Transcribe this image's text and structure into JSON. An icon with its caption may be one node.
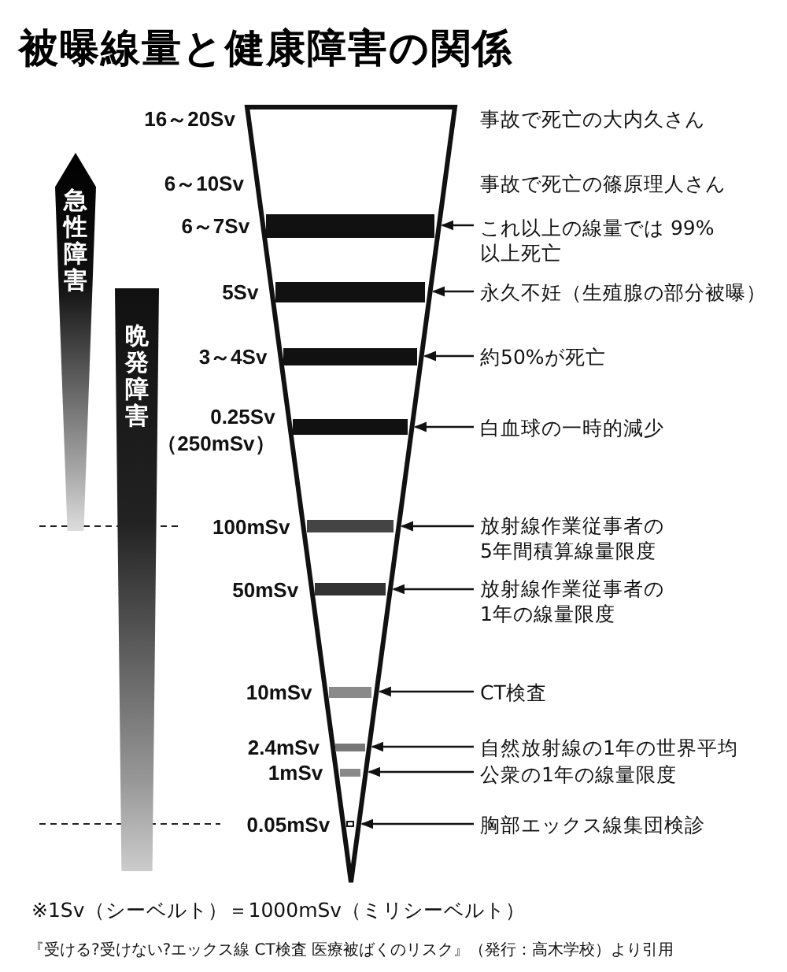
{
  "diagram": {
    "title": "被曝線量と健康障害の関係",
    "caption": "『受ける?受けない?エックス線 CT検査 医療被ばくのリスク』（発行：高木学校）より引用",
    "nodes": [
      {
        "text": [],
        "shape": "triangle"
      },
      {
        "text": [],
        "shape": "bar",
        "in": 0
      },
      {
        "text": [],
        "shape": "bar",
        "in": 0
      },
      {
        "text": [],
        "shape": "bar",
        "in": 0
      },
      {
        "text": [],
        "shape": "bar",
        "in": 0
      },
      {
        "text": [],
        "shape": "bar",
        "in": 0
      },
      {
        "text": [],
        "shape": "bar",
        "in": 0
      },
      {
        "text": [],
        "shape": "bar",
        "in": 0
      },
      {
        "text": [],
        "shape": "bar",
        "in": 0
      },
      {
        "text": [],
        "shape": "bar",
        "in": 0
      },
      {
        "text": [],
        "shape": "bar",
        "in": 0
      },
      {
        "text": [
          "これ以上の線量では 99%以上死亡"
        ]
      },
      {
        "text": [
          "永久不妊（生殖腺の部分被曝）"
        ]
      },
      {
        "text": [
          "約50%が死亡"
        ]
      },
      {
        "text": [
          "白血球の一時的減少"
        ]
      },
      {
        "text": [
          "放射線作業従事者の 5年間積算線量限度"
        ]
      },
      {
        "text": [
          "放射線作業従事者の 1年の線量限度"
        ]
      },
      {
        "text": [
          "CT検査"
        ]
      },
      {
        "text": [
          "自然放射線の1年の世界平均"
        ]
      },
      {
        "text": [
          "公衆の1年の線量限度"
        ]
      },
      {
        "text": [
          "胸部エックス線集団検診"
        ]
      },
      {
        "text": [
          "急性障害"
        ]
      },
      {
        "text": [
          "晩発障害"
        ]
      }
    ],
    "edges": [
      {
        "from": 11,
        "to": 1,
        "arrow": "to"
      },
      {
        "from": 12,
        "to": 2,
        "arrow": "to"
      },
      {
        "from": 13,
        "to": 3,
        "arrow": "to"
      },
      {
        "from": 14,
        "to": 4,
        "arrow": "to"
      },
      {
        "from": 15,
        "to": 5,
        "arrow": "to"
      },
      {
        "from": 16,
        "to": 6,
        "arrow": "to"
      },
      {
        "from": 17,
        "to": 7,
        "arrow": "to"
      },
      {
        "from": 18,
        "to": 8,
        "arrow": "to"
      },
      {
        "from": 19,
        "to": 9,
        "arrow": "to"
      },
      {
        "from": 20,
        "to": 10,
        "arrow": "to"
      }
    ],
    "labels": [
      "16～20Sv",
      "事故で死亡の大内久さん",
      "6～10Sv",
      "事故で死亡の篠原理人さん",
      "6～7Sv",
      "5Sv",
      "3～4Sv",
      "0.25Sv （250mSv）",
      "100mSv",
      "50mSv",
      "10mSv",
      "2.4mSv",
      "1mSv",
      "0.05mSv",
      "※1Sv（シーベルト）＝1000mSv（ミリシーベルト）"
    ]
  }
}
